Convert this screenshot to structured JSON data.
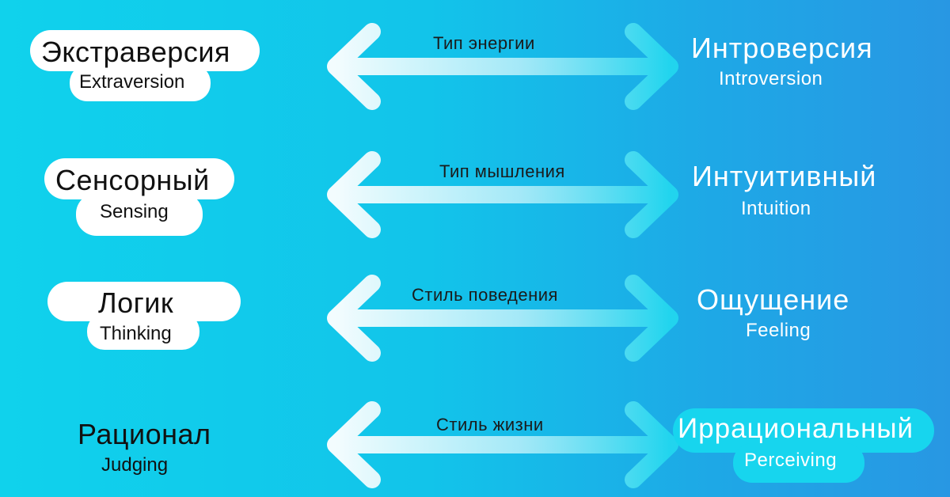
{
  "rows": [
    {
      "left_ru": "Экстраверсия",
      "left_en": "Extraversion",
      "middle": "Тип энергии",
      "right_ru": "Интроверсия",
      "right_en": "Introversion"
    },
    {
      "left_ru": "Сенсорный",
      "left_en": "Sensing",
      "middle": "Тип мышления",
      "right_ru": "Интуитивный",
      "right_en": "Intuition"
    },
    {
      "left_ru": "Логик",
      "left_en": "Thinking",
      "middle": "Стиль поведения",
      "right_ru": "Ощущение",
      "right_en": "Feeling"
    },
    {
      "left_ru": "Рационал",
      "left_en": "Judging",
      "middle": "Стиль жизни",
      "right_ru": "Иррациональный",
      "right_en": "Perceiving"
    }
  ],
  "colors": {
    "background_start": "#10d2ec",
    "background_end": "#2897e3",
    "pill": "#ffffff",
    "highlight_pill": "#17d5ee"
  },
  "icons": [
    "double-arrow-icon"
  ]
}
